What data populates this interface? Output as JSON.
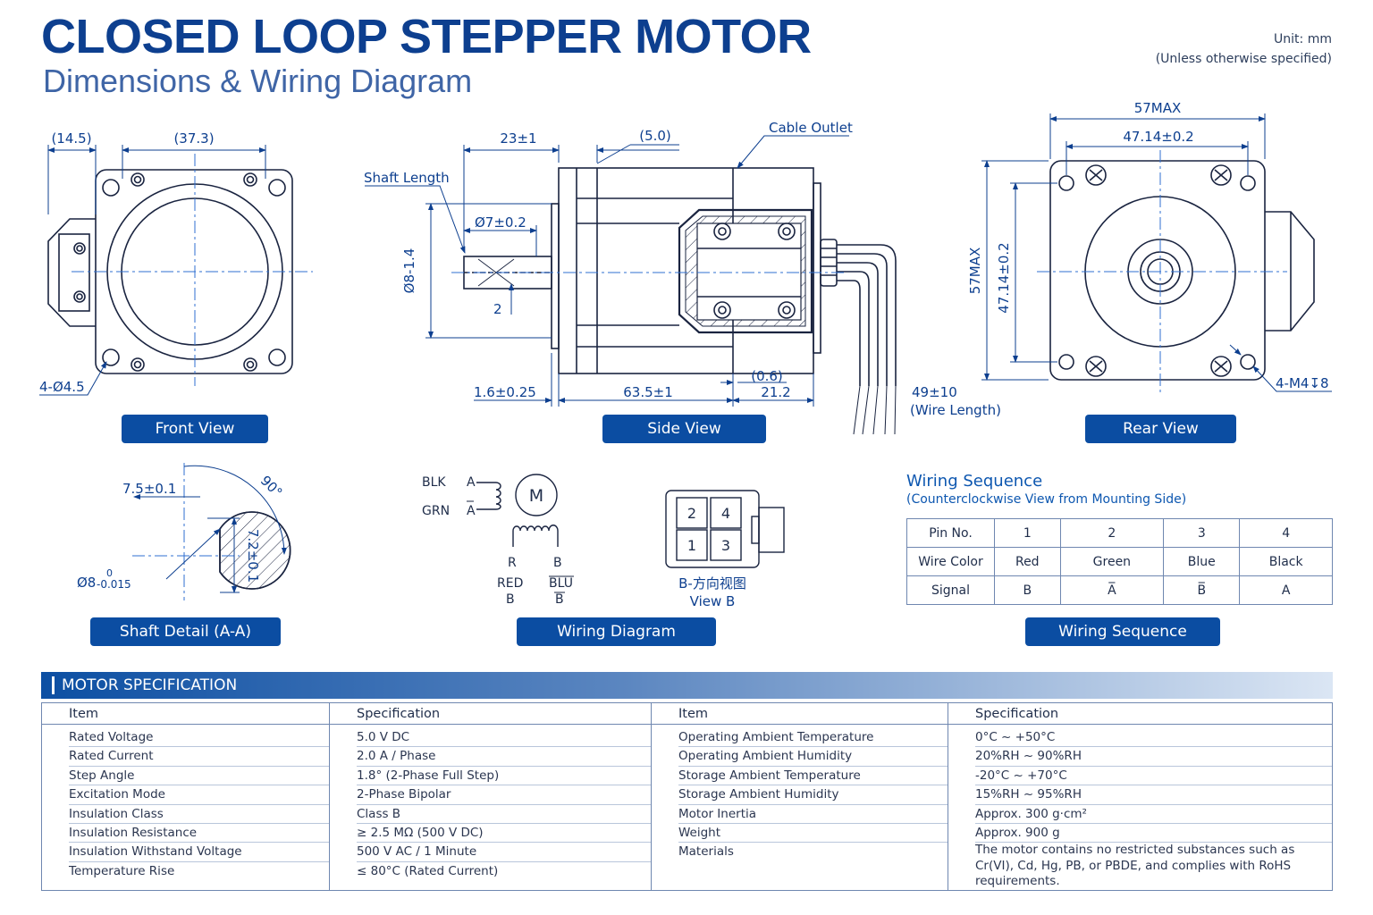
{
  "header": {
    "title": "CLOSED LOOP STEPPER MOTOR",
    "subtitle": "Dimensions & Wiring Diagram",
    "unit_line1": "Unit: mm",
    "unit_line2": "(Unless otherwise specified)"
  },
  "colors": {
    "primary": "#0b4da2",
    "drawing_line": "#1a2440",
    "dimension": "#0d3f8f",
    "centerline": "#2f6fd0"
  },
  "front_view": {
    "label": "Front View",
    "dim_left": "(14.5)",
    "dim_top": "(37.3)",
    "holes": "4-Ø4.5"
  },
  "side_view": {
    "label": "Side View",
    "dim_shaft_len": "23±1",
    "dim_flange": "(5.0)",
    "cable_outlet": "Cable Outlet",
    "shaft_length": "Shaft Length",
    "shaft_dia_flat": "Ø7±0.2",
    "shaft_dia": "Ø8-1.4",
    "flat_depth": "2",
    "dim_boss": "1.6±0.25",
    "dim_body": "63.5±1",
    "dim_gap": "(0.6)",
    "dim_rear": "21.2",
    "wire_length": "49±10",
    "wire_length_note": "(Wire Length)"
  },
  "rear_view": {
    "label": "Rear View",
    "dim_max_h": "57MAX",
    "dim_pitch_h": "47.14±0.2",
    "dim_max_v": "57MAX",
    "dim_pitch_v": "47.14±0.2",
    "tap_holes": "4-M4↧8"
  },
  "shaft_detail": {
    "label": "Shaft Detail (A-A)",
    "flat_offset": "7.5±0.1",
    "angle": "90°",
    "flat_height": "7.2±0.1",
    "dia_main": "Ø8",
    "tol_upper": "0",
    "tol_lower": "-0.015"
  },
  "wiring_diagram": {
    "label": "Wiring Diagram",
    "motor": "M",
    "blk": "BLK",
    "grn": "GRN",
    "coil_a": "A",
    "coil_abar": "A",
    "r": "R",
    "b": "B",
    "red": "RED",
    "red_sig": "B",
    "blu": "BLU",
    "blu_sig": "B",
    "pins": [
      "2",
      "4",
      "1",
      "3"
    ],
    "view_cn": "B-方向视图",
    "view_en": "View B"
  },
  "wiring_sequence": {
    "label": "Wiring Sequence",
    "title": "Wiring Sequence",
    "subtitle": "(Counterclockwise View from Mounting Side)",
    "rows": [
      {
        "head": "Pin No.",
        "cells": [
          "1",
          "2",
          "3",
          "4"
        ]
      },
      {
        "head": "Wire Color",
        "cells": [
          "Red",
          "Green",
          "Blue",
          "Black"
        ]
      },
      {
        "head": "Signal",
        "cells": [
          "B",
          "A̅",
          "B̅",
          "A"
        ]
      }
    ]
  },
  "spec": {
    "banner": "MOTOR SPECIFICATION",
    "headers": [
      "Item",
      "Specification",
      "Item",
      "Specification"
    ],
    "left_items": [
      "Rated Voltage",
      "Rated Current",
      "Step Angle",
      "Excitation Mode",
      "Insulation Class",
      "Insulation Resistance",
      "Insulation Withstand Voltage",
      "Temperature Rise"
    ],
    "left_specs": [
      "5.0 V DC",
      "2.0 A / Phase",
      "1.8° (2-Phase Full Step)",
      "2-Phase Bipolar",
      "Class B",
      "≥ 2.5 MΩ (500 V DC)",
      "500 V AC / 1 Minute",
      "≤ 80°C (Rated Current)"
    ],
    "right_items": [
      "Operating Ambient Temperature",
      "Operating Ambient Humidity",
      "Storage Ambient Temperature",
      "Storage Ambient Humidity",
      "Motor Inertia",
      "Weight",
      "Materials"
    ],
    "right_specs": [
      "0°C ~ +50°C",
      "20%RH ~ 90%RH",
      "-20°C ~ +70°C",
      "15%RH ~ 95%RH",
      "Approx. 300 g·cm²",
      "Approx. 900 g",
      "The motor contains no restricted substances such as Cr(VI), Cd, Hg, PB, or PBDE, and complies with RoHS requirements."
    ]
  }
}
